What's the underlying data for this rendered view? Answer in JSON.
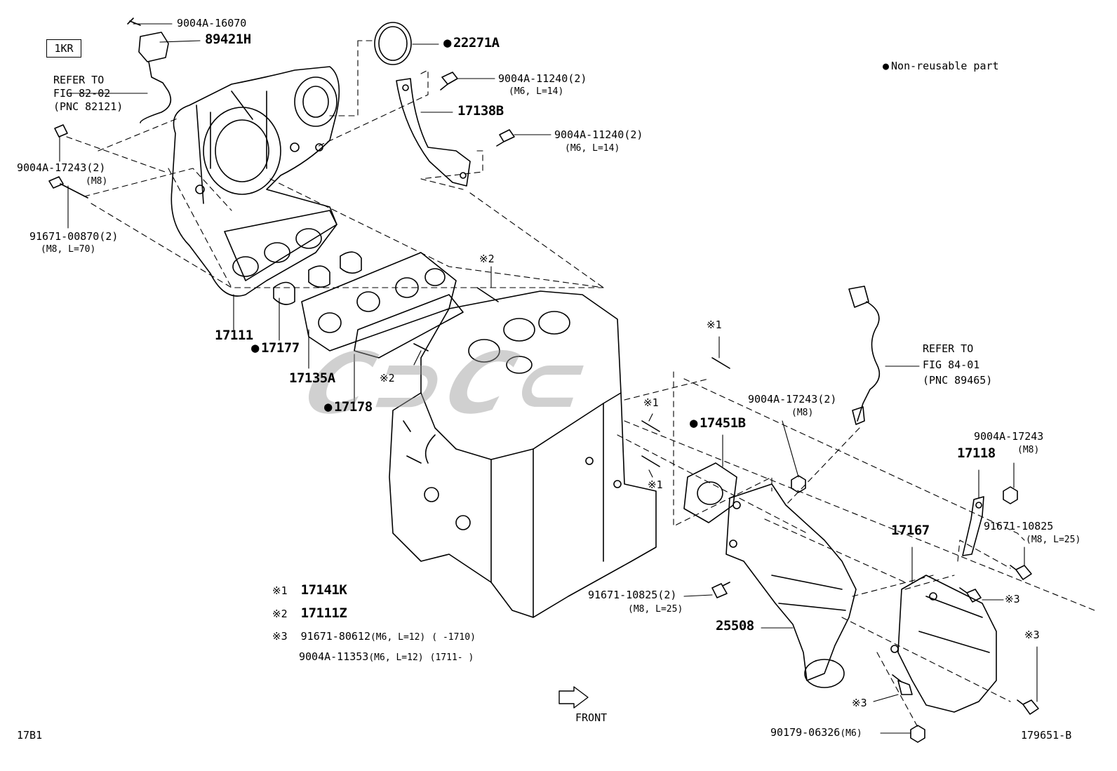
{
  "engine_code": "1KR",
  "legend": {
    "non_reusable": "Non-reusable part"
  },
  "parts": {
    "p_9004A_16070": "9004A-16070",
    "p_89421H": "89421H",
    "p_22271A": "22271A",
    "p_9004A_11240_a": "9004A-11240(2)",
    "p_9004A_11240_a_spec": "(M6, L=14)",
    "p_17138B": "17138B",
    "p_9004A_11240_b": "9004A-11240(2)",
    "p_9004A_11240_b_spec": "(M6, L=14)",
    "p_9004A_17243_a": "9004A-17243(2)",
    "p_9004A_17243_a_spec": "(M8)",
    "p_91671_00870": "91671-00870(2)",
    "p_91671_00870_spec": "(M8, L=70)",
    "p_17111": "17111",
    "p_17177": "17177",
    "p_17135A": "17135A",
    "p_17178": "17178",
    "p_9004A_17243_b": "9004A-17243(2)",
    "p_9004A_17243_b_spec": "(M8)",
    "p_17451B": "17451B",
    "p_9004A_17243_c": "9004A-17243",
    "p_9004A_17243_c_spec": "(M8)",
    "p_17118": "17118",
    "p_91671_10825_a": "91671-10825",
    "p_91671_10825_a_spec": "(M8, L=25)",
    "p_17167": "17167",
    "p_91671_10825_b": "91671-10825(2)",
    "p_91671_10825_b_spec": "(M8, L=25)",
    "p_25508": "25508",
    "p_90179_06326": "90179-06326",
    "p_90179_06326_spec": "(M6)"
  },
  "refer_a": {
    "line1": "REFER TO",
    "line2": "FIG 82-02",
    "line3": "(PNC 82121)"
  },
  "refer_b": {
    "line1": "REFER TO",
    "line2": "FIG 84-01",
    "line3": "(PNC 89465)"
  },
  "marks": {
    "m1": "※1",
    "m2": "※2",
    "m3": "※3"
  },
  "notes": {
    "n1_mark": "※1",
    "n1_part": "17141K",
    "n2_mark": "※2",
    "n2_part": "17111Z",
    "n3_mark": "※3",
    "n3_part_a": "91671-80612",
    "n3_spec_a": "(M6, L=12)",
    "n3_range_a": "(        -1710)",
    "n3_part_b": "9004A-11353",
    "n3_spec_b": "(M6, L=12)",
    "n3_range_b": "(1711-        )"
  },
  "front_label": "FRONT",
  "fig_code": "17B1",
  "illustration_code": "179651-B",
  "watermark": "C⊃C⊂",
  "colors": {
    "ink": "#000000",
    "watermark": "#969696"
  }
}
